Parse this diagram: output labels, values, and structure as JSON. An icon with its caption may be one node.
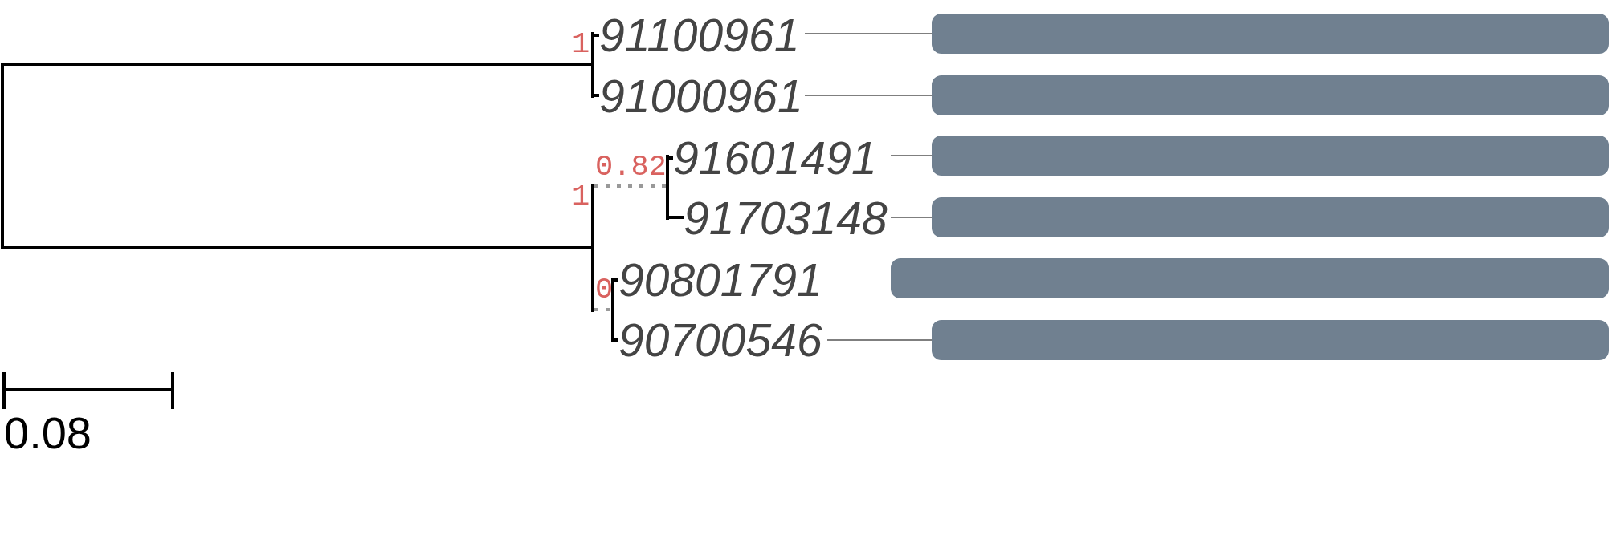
{
  "diagram": {
    "nodes": [
      {
        "text": [],
        "shape": "line"
      },
      {
        "text": [
          "1"
        ]
      },
      {
        "text": [
          "91100961"
        ]
      },
      {
        "text": [
          "91000961"
        ]
      },
      {
        "text": [
          "1"
        ]
      },
      {
        "text": [
          "0.82"
        ]
      },
      {
        "text": [
          "91601491"
        ]
      },
      {
        "text": [
          "91703148"
        ]
      },
      {
        "text": [
          "0"
        ]
      },
      {
        "text": [
          "90801791"
        ]
      },
      {
        "text": [
          "90700546"
        ]
      },
      {
        "text": [],
        "shape": "bar"
      },
      {
        "text": [],
        "shape": "bar"
      },
      {
        "text": [],
        "shape": "bar"
      },
      {
        "text": [],
        "shape": "bar"
      },
      {
        "text": [],
        "shape": "bar"
      },
      {
        "text": [],
        "shape": "bar"
      }
    ],
    "edges": [
      {
        "from": 0,
        "to": 1,
        "arrow": "none"
      },
      {
        "from": 0,
        "to": 4,
        "arrow": "none"
      },
      {
        "from": 1,
        "to": 2,
        "arrow": "none"
      },
      {
        "from": 1,
        "to": 3,
        "arrow": "none"
      },
      {
        "from": 4,
        "to": 5,
        "arrow": "none",
        "style": "dashed",
        "color": "#999999"
      },
      {
        "from": 4,
        "to": 8,
        "arrow": "none",
        "style": "dashed",
        "color": "#999999"
      },
      {
        "from": 5,
        "to": 6,
        "arrow": "none"
      },
      {
        "from": 5,
        "to": 7,
        "arrow": "none"
      },
      {
        "from": 8,
        "to": 9,
        "arrow": "none"
      },
      {
        "from": 8,
        "to": 10,
        "arrow": "none"
      },
      {
        "from": 2,
        "to": 11,
        "arrow": "none",
        "color": "#555555"
      },
      {
        "from": 3,
        "to": 12,
        "arrow": "none",
        "color": "#555555"
      },
      {
        "from": 6,
        "to": 13,
        "arrow": "none",
        "color": "#555555"
      },
      {
        "from": 7,
        "to": 14,
        "arrow": "none",
        "color": "#555555"
      },
      {
        "from": 10,
        "to": 16,
        "arrow": "none",
        "color": "#555555"
      }
    ],
    "labels": [
      "0.08"
    ]
  }
}
